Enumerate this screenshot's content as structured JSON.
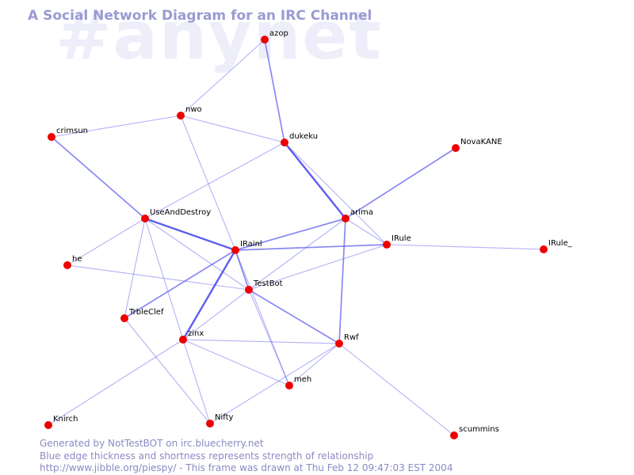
{
  "watermark": "#anynet",
  "title": "A Social Network Diagram for an IRC Channel",
  "footer": {
    "line1": "Generated by NotTestBOT on irc.bluecherry.net",
    "line2": "Blue edge thickness and shortness represents strength of relationship",
    "line3": "http://www.jibble.org/piespy/ - This frame was drawn at Thu Feb 12 09:47:03 EST 2004"
  },
  "colors": {
    "node": "#ee0000",
    "edge": "#5555ee",
    "title": "#9a9ad2",
    "watermark": "#eeeefb",
    "footer": "#8a8ac4"
  },
  "nodes": [
    {
      "id": "azop",
      "label": "azop"
    },
    {
      "id": "nwo",
      "label": "nwo"
    },
    {
      "id": "crimsun",
      "label": "crimsun"
    },
    {
      "id": "dukeku",
      "label": "dukeku"
    },
    {
      "id": "NovaKANE",
      "label": "NovaKANE"
    },
    {
      "id": "arima",
      "label": "arima"
    },
    {
      "id": "UseAndDestroy",
      "label": "UseAndDestroy"
    },
    {
      "id": "IRainl",
      "label": "IRainl"
    },
    {
      "id": "IRule",
      "label": "IRule"
    },
    {
      "id": "IRule_",
      "label": "IRule_"
    },
    {
      "id": "he",
      "label": "he"
    },
    {
      "id": "TestBot",
      "label": "TestBot"
    },
    {
      "id": "TrbleClef",
      "label": "TrbleClef"
    },
    {
      "id": "zinx",
      "label": "zinx"
    },
    {
      "id": "Rwf",
      "label": "Rwf"
    },
    {
      "id": "meh",
      "label": "meh"
    },
    {
      "id": "Knirch",
      "label": "Knirch"
    },
    {
      "id": "Nifty",
      "label": "Nifty"
    },
    {
      "id": "scummins",
      "label": "scummins"
    }
  ],
  "edges": [
    {
      "source": "azop",
      "target": "nwo",
      "weight": 1
    },
    {
      "source": "azop",
      "target": "dukeku",
      "weight": 2
    },
    {
      "source": "nwo",
      "target": "crimsun",
      "weight": 1
    },
    {
      "source": "nwo",
      "target": "dukeku",
      "weight": 1
    },
    {
      "source": "nwo",
      "target": "IRainl",
      "weight": 1
    },
    {
      "source": "crimsun",
      "target": "UseAndDestroy",
      "weight": 2
    },
    {
      "source": "dukeku",
      "target": "UseAndDestroy",
      "weight": 1
    },
    {
      "source": "dukeku",
      "target": "arima",
      "weight": 3
    },
    {
      "source": "dukeku",
      "target": "IRule",
      "weight": 1
    },
    {
      "source": "NovaKANE",
      "target": "arima",
      "weight": 2
    },
    {
      "source": "arima",
      "target": "IRainl",
      "weight": 2
    },
    {
      "source": "arima",
      "target": "IRule",
      "weight": 1
    },
    {
      "source": "arima",
      "target": "TestBot",
      "weight": 1
    },
    {
      "source": "arima",
      "target": "Rwf",
      "weight": 2
    },
    {
      "source": "UseAndDestroy",
      "target": "IRainl",
      "weight": 3
    },
    {
      "source": "UseAndDestroy",
      "target": "he",
      "weight": 1
    },
    {
      "source": "UseAndDestroy",
      "target": "TrbleClef",
      "weight": 1
    },
    {
      "source": "UseAndDestroy",
      "target": "zinx",
      "weight": 1
    },
    {
      "source": "UseAndDestroy",
      "target": "TestBot",
      "weight": 1
    },
    {
      "source": "IRainl",
      "target": "IRule",
      "weight": 2
    },
    {
      "source": "IRainl",
      "target": "TestBot",
      "weight": 2
    },
    {
      "source": "IRainl",
      "target": "TrbleClef",
      "weight": 2
    },
    {
      "source": "IRainl",
      "target": "zinx",
      "weight": 3
    },
    {
      "source": "IRainl",
      "target": "meh",
      "weight": 1
    },
    {
      "source": "IRule",
      "target": "IRule_",
      "weight": 1
    },
    {
      "source": "IRule",
      "target": "TestBot",
      "weight": 1
    },
    {
      "source": "he",
      "target": "TestBot",
      "weight": 1
    },
    {
      "source": "TestBot",
      "target": "zinx",
      "weight": 1
    },
    {
      "source": "TestBot",
      "target": "Rwf",
      "weight": 2
    },
    {
      "source": "TestBot",
      "target": "meh",
      "weight": 1
    },
    {
      "source": "TrbleClef",
      "target": "Nifty",
      "weight": 1
    },
    {
      "source": "zinx",
      "target": "Rwf",
      "weight": 1
    },
    {
      "source": "zinx",
      "target": "meh",
      "weight": 1
    },
    {
      "source": "zinx",
      "target": "Nifty",
      "weight": 1
    },
    {
      "source": "zinx",
      "target": "Knirch",
      "weight": 1
    },
    {
      "source": "Rwf",
      "target": "meh",
      "weight": 1
    },
    {
      "source": "Rwf",
      "target": "Nifty",
      "weight": 1
    },
    {
      "source": "Rwf",
      "target": "scummins",
      "weight": 1
    }
  ]
}
